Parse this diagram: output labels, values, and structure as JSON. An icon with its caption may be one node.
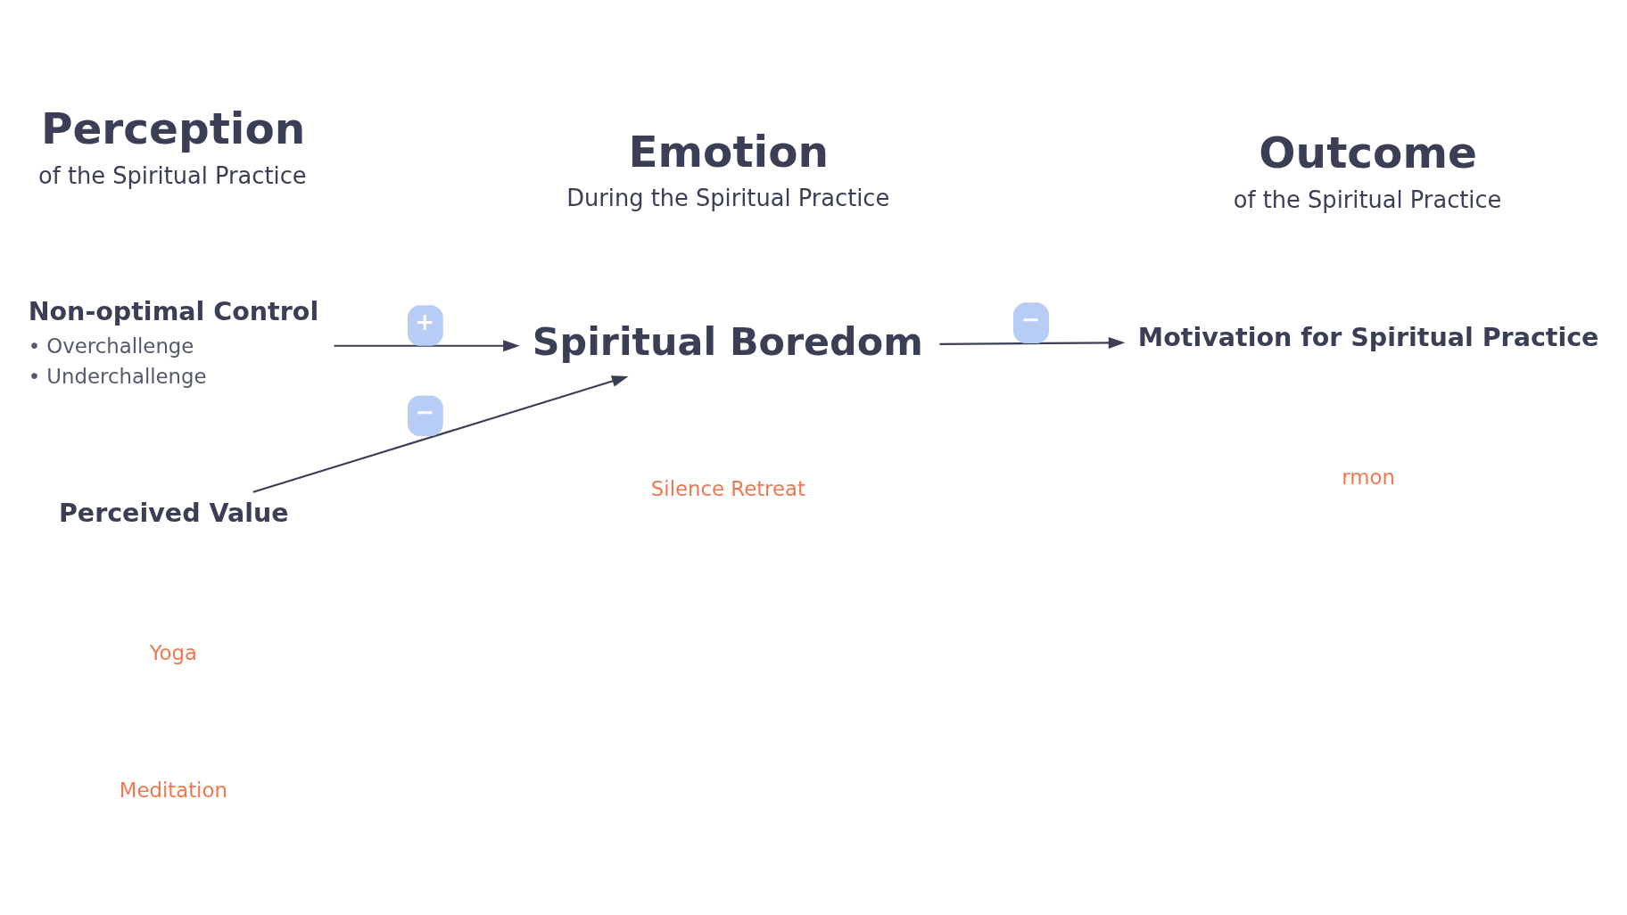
{
  "diagram": {
    "nodes": [
      {
        "text": [
          "Non-optimal Control",
          "• Overchallenge",
          "• Underchallenge"
        ]
      },
      {
        "text": [
          "Perceived Value"
        ]
      },
      {
        "text": [
          "Spiritual Boredom"
        ]
      },
      {
        "text": [
          "Motivation for Spiritual Practice"
        ]
      }
    ],
    "edges": [
      {
        "from": 0,
        "to": 2,
        "arrow": "to",
        "label": "+"
      },
      {
        "from": 1,
        "to": 2,
        "arrow": "to",
        "label": "−"
      },
      {
        "from": 2,
        "to": 3,
        "arrow": "to",
        "label": "−"
      }
    ],
    "labels": [
      "Perception",
      "of the Spiritual Practice",
      "Emotion",
      "During the Spiritual Practice",
      "Outcome",
      "of the Spiritual Practice",
      "Yoga",
      "Meditation",
      "Silence Retreat",
      "rmon"
    ]
  }
}
